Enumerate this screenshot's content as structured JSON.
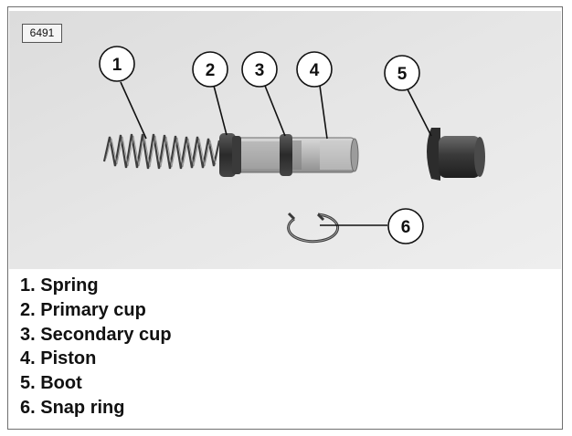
{
  "figure_id": "6491",
  "callouts": [
    "1",
    "2",
    "3",
    "4",
    "5",
    "6"
  ],
  "legend": [
    "1. Spring",
    "2. Primary cup",
    "3. Secondary cup",
    "4. Piston",
    "5. Boot",
    "6. Snap ring"
  ]
}
